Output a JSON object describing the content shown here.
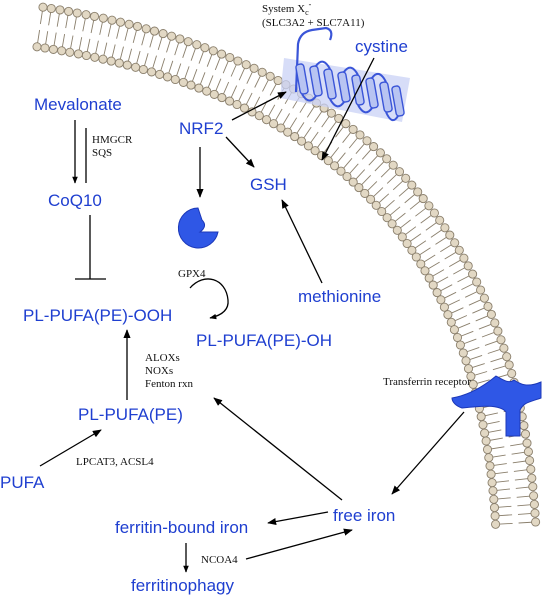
{
  "colors": {
    "label_blue": "#1f3fd0",
    "protein_blue": "#2f57e6",
    "membrane_head": "#e2d8c4",
    "membrane_outline": "#8a7f6c",
    "transporter_fill": "#b8c4f2",
    "transporter_stroke": "#3a55d8"
  },
  "metabolites": {
    "mevalonate": "Mevalonate",
    "coq10": "CoQ10",
    "nrf2": "NRF2",
    "gsh": "GSH",
    "cystine": "cystine",
    "methionine": "methionine",
    "pl_pufa_pe_ooh": "PL-PUFA(PE)-OOH",
    "pl_pufa_pe_oh": "PL-PUFA(PE)-OH",
    "pl_pufa_pe": "PL-PUFA(PE)",
    "pufa": "PUFA",
    "free_iron": "free iron",
    "ferritin_bound_iron": "ferritin-bound iron",
    "ferritinophagy": "ferritinophagy"
  },
  "enzymes": {
    "hmgcr": "HMGCR",
    "sqs": "SQS",
    "gpx4": "GPX4",
    "aloxs": "ALOXs",
    "noxs": "NOXs",
    "fenton": "Fenton rxn",
    "lpcat3_acsl4": "LPCAT3, ACSL4",
    "ncoa4": "NCOA4"
  },
  "system_xc": {
    "line1_prefix": "System X",
    "line1_sub": "c",
    "line1_sup": "-",
    "line2": "(SLC3A2 + SLC7A11)"
  },
  "transferrin_receptor": "Transferrin receptor",
  "icons": {
    "gpx4_enzyme": "pacman-enzyme-icon",
    "transferrin_receptor": "y-receptor-icon",
    "system_xc_transporter": "transmembrane-transporter-icon"
  }
}
